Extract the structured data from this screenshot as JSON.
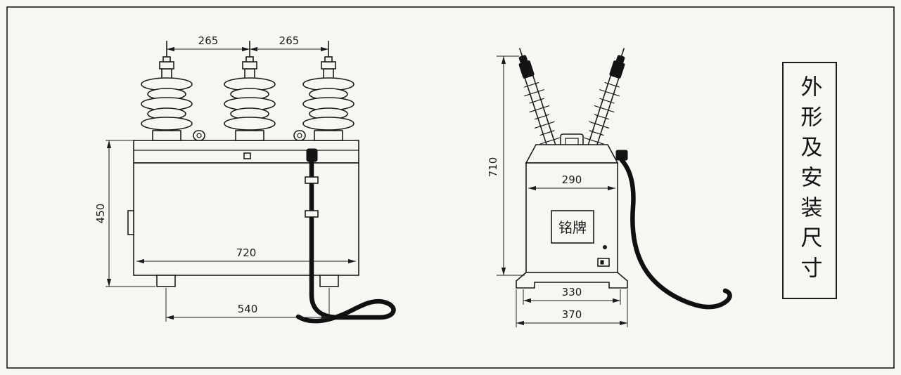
{
  "title_box": {
    "text": "外形及安装尺寸"
  },
  "front_view": {
    "dims": {
      "pole_spacing_left": "265",
      "pole_spacing_right": "265",
      "height": "450",
      "body_width": "720",
      "base_span": "540"
    }
  },
  "side_view": {
    "dims": {
      "height": "710",
      "top_width": "290",
      "base_inner": "330",
      "base_outer": "370"
    },
    "nameplate_label": "铭牌"
  },
  "colors": {
    "line": "#1c1c1c",
    "background": "#f7f6f2",
    "cable": "#101010"
  }
}
